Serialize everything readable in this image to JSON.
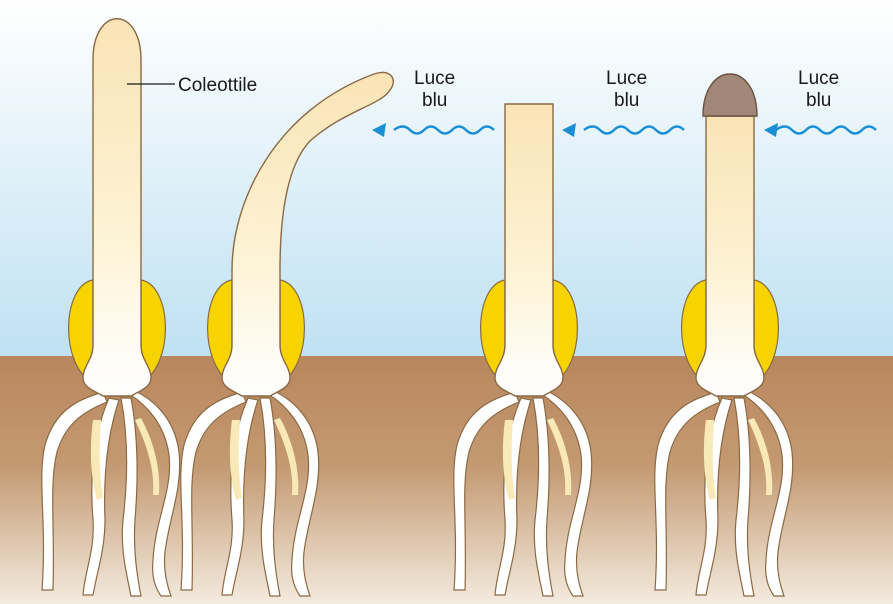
{
  "labels": {
    "coleoptile": "Coleottile",
    "light_line1": "Luce",
    "light_line2": "blu"
  },
  "panels": [
    {
      "name": "intact",
      "tip": "intact",
      "light": false,
      "bend": false
    },
    {
      "name": "bending-toward-light",
      "tip": "intact",
      "light": true,
      "bend": true
    },
    {
      "name": "tip-removed",
      "tip": "removed",
      "light": true,
      "bend": false
    },
    {
      "name": "tip-covered",
      "tip": "covered",
      "light": true,
      "bend": false
    }
  ],
  "colors": {
    "sky_top": "#ffffff",
    "sky_bottom": "#bfe1f2",
    "soil_top": "#b9865d",
    "soil_bottom": "#f4ebdf",
    "coleoptile_fill": "#fdf0c8",
    "coleoptile_outline": "#8a6a45",
    "seed": "#f7d300",
    "cap": "#a08777",
    "arrow": "#1a8fd6",
    "text": "#1a1a1a"
  }
}
